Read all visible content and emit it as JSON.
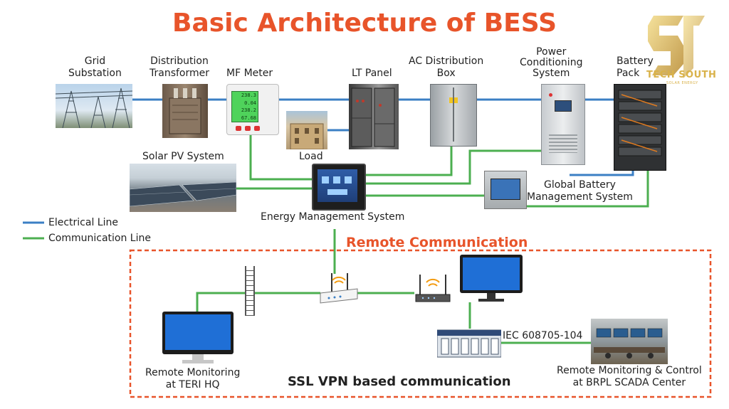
{
  "title": "Basic Architecture of BESS",
  "logo": {
    "text": "TECH SOUTH",
    "subtext": "SOLAR ENERGY",
    "color": "#d9b24a"
  },
  "colors": {
    "electrical": "#3b7fc4",
    "communication": "#4caf50",
    "title": "#e8542a",
    "remote_box": "#e8542a"
  },
  "components": {
    "grid_substation": "Grid\nSubstation",
    "distribution_transformer": "Distribution\nTransformer",
    "mf_meter": "MF Meter",
    "lt_panel": "LT Panel",
    "ac_distribution_box": "AC Distribution\nBox",
    "power_conditioning_system": "Power\nConditioning\nSystem",
    "battery_pack": "Battery\nPack",
    "load": "Load",
    "solar_pv_system": "Solar PV System",
    "energy_management_system": "Energy Management System",
    "global_battery_management_system": "Global Battery\nManagement System"
  },
  "meter_readings": [
    "238.3",
    "0.04",
    "238.2",
    "67.68"
  ],
  "legend": {
    "electrical_line": "Electrical Line",
    "communication_line": "Communication Line"
  },
  "remote": {
    "title": "Remote Communication",
    "remote_monitoring_teri": "Remote Monitoring\nat TERI HQ",
    "ssl_vpn": "SSL VPN based communication",
    "iec_protocol": "IEC 608705-104",
    "remote_monitoring_brpl": "Remote Monitoring & Control\nat BRPL SCADA Center"
  }
}
